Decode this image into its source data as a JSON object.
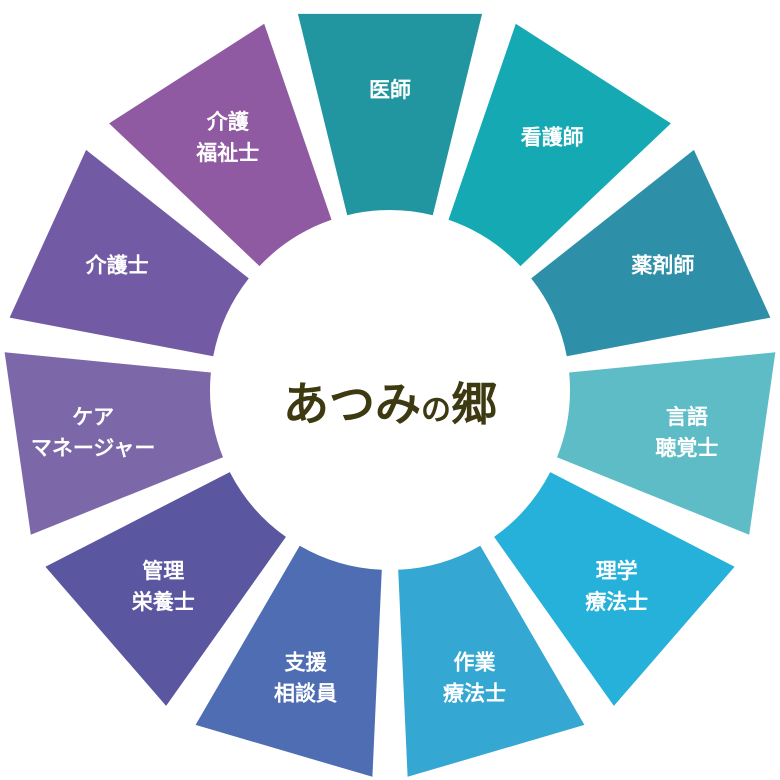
{
  "center": {
    "title_main": "あつみ",
    "title_particle": "の",
    "title_end": "郷"
  },
  "segments": [
    {
      "lines": [
        "医師"
      ],
      "color": "#2296a0"
    },
    {
      "lines": [
        "看護師"
      ],
      "color": "#15aab3"
    },
    {
      "lines": [
        "薬剤師"
      ],
      "color": "#2e8fa8"
    },
    {
      "lines": [
        "言語",
        "聴覚士"
      ],
      "color": "#5dbcc6"
    },
    {
      "lines": [
        "理学",
        "療法士"
      ],
      "color": "#25b1d9"
    },
    {
      "lines": [
        "作業",
        "療法士"
      ],
      "color": "#35a7d3"
    },
    {
      "lines": [
        "支援",
        "相談員"
      ],
      "color": "#4e6db2"
    },
    {
      "lines": [
        "管理",
        "栄養士"
      ],
      "color": "#5a569f"
    },
    {
      "lines": [
        "ケア",
        "マネージャー"
      ],
      "color": "#7c68a9"
    },
    {
      "lines": [
        "介護士"
      ],
      "color": "#735aa4"
    },
    {
      "lines": [
        "介護",
        "福祉士"
      ],
      "color": "#8f5aa2"
    }
  ]
}
